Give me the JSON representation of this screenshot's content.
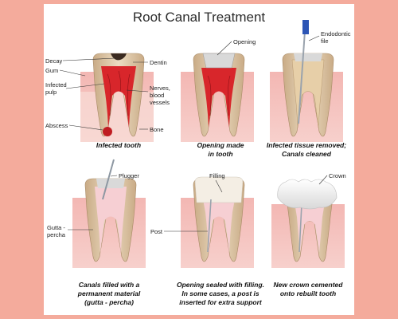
{
  "title": "Root Canal Treatment",
  "colors": {
    "background": "#f4ab9c",
    "gum": "#f3b7b3",
    "root": "#dcc4a4",
    "dentin": "#e2cca8",
    "pulp_infected": "#d8262b",
    "pulp_clean": "#f6cfd3",
    "filling": "#f4eee4",
    "crown": "#f3f3f3"
  },
  "panels": [
    {
      "caption_lines": [
        "Infected tooth"
      ],
      "labels": {
        "decay": "Decay",
        "gum": "Gum",
        "infected_pulp_line1": "Infected",
        "infected_pulp_line2": "pulp",
        "abscess": "Abscess",
        "dentin": "Dentin",
        "nerves_line1": "Nerves,",
        "nerves_line2": "blood",
        "nerves_line3": "vessels",
        "bone": "Bone"
      }
    },
    {
      "caption_lines": [
        "Opening made",
        "in tooth"
      ],
      "labels": {
        "opening": "Opening"
      }
    },
    {
      "caption_lines": [
        "Infected tissue removed;",
        "Canals cleaned"
      ],
      "labels": {
        "file_line1": "Endodontic",
        "file_line2": "file"
      }
    },
    {
      "caption_lines": [
        "Canals filled with a",
        "permanent material",
        "(gutta - percha)"
      ],
      "labels": {
        "plugger": "Plugger",
        "gutta_line1": "Gutta -",
        "gutta_line2": "percha"
      }
    },
    {
      "caption_lines": [
        "Opening sealed with filling.",
        "In some cases, a post is",
        "inserted for extra support"
      ],
      "labels": {
        "filling": "Filling",
        "post": "Post"
      }
    },
    {
      "caption_lines": [
        "New crown cemented",
        "onto rebuilt tooth"
      ],
      "labels": {
        "crown": "Crown"
      }
    }
  ]
}
